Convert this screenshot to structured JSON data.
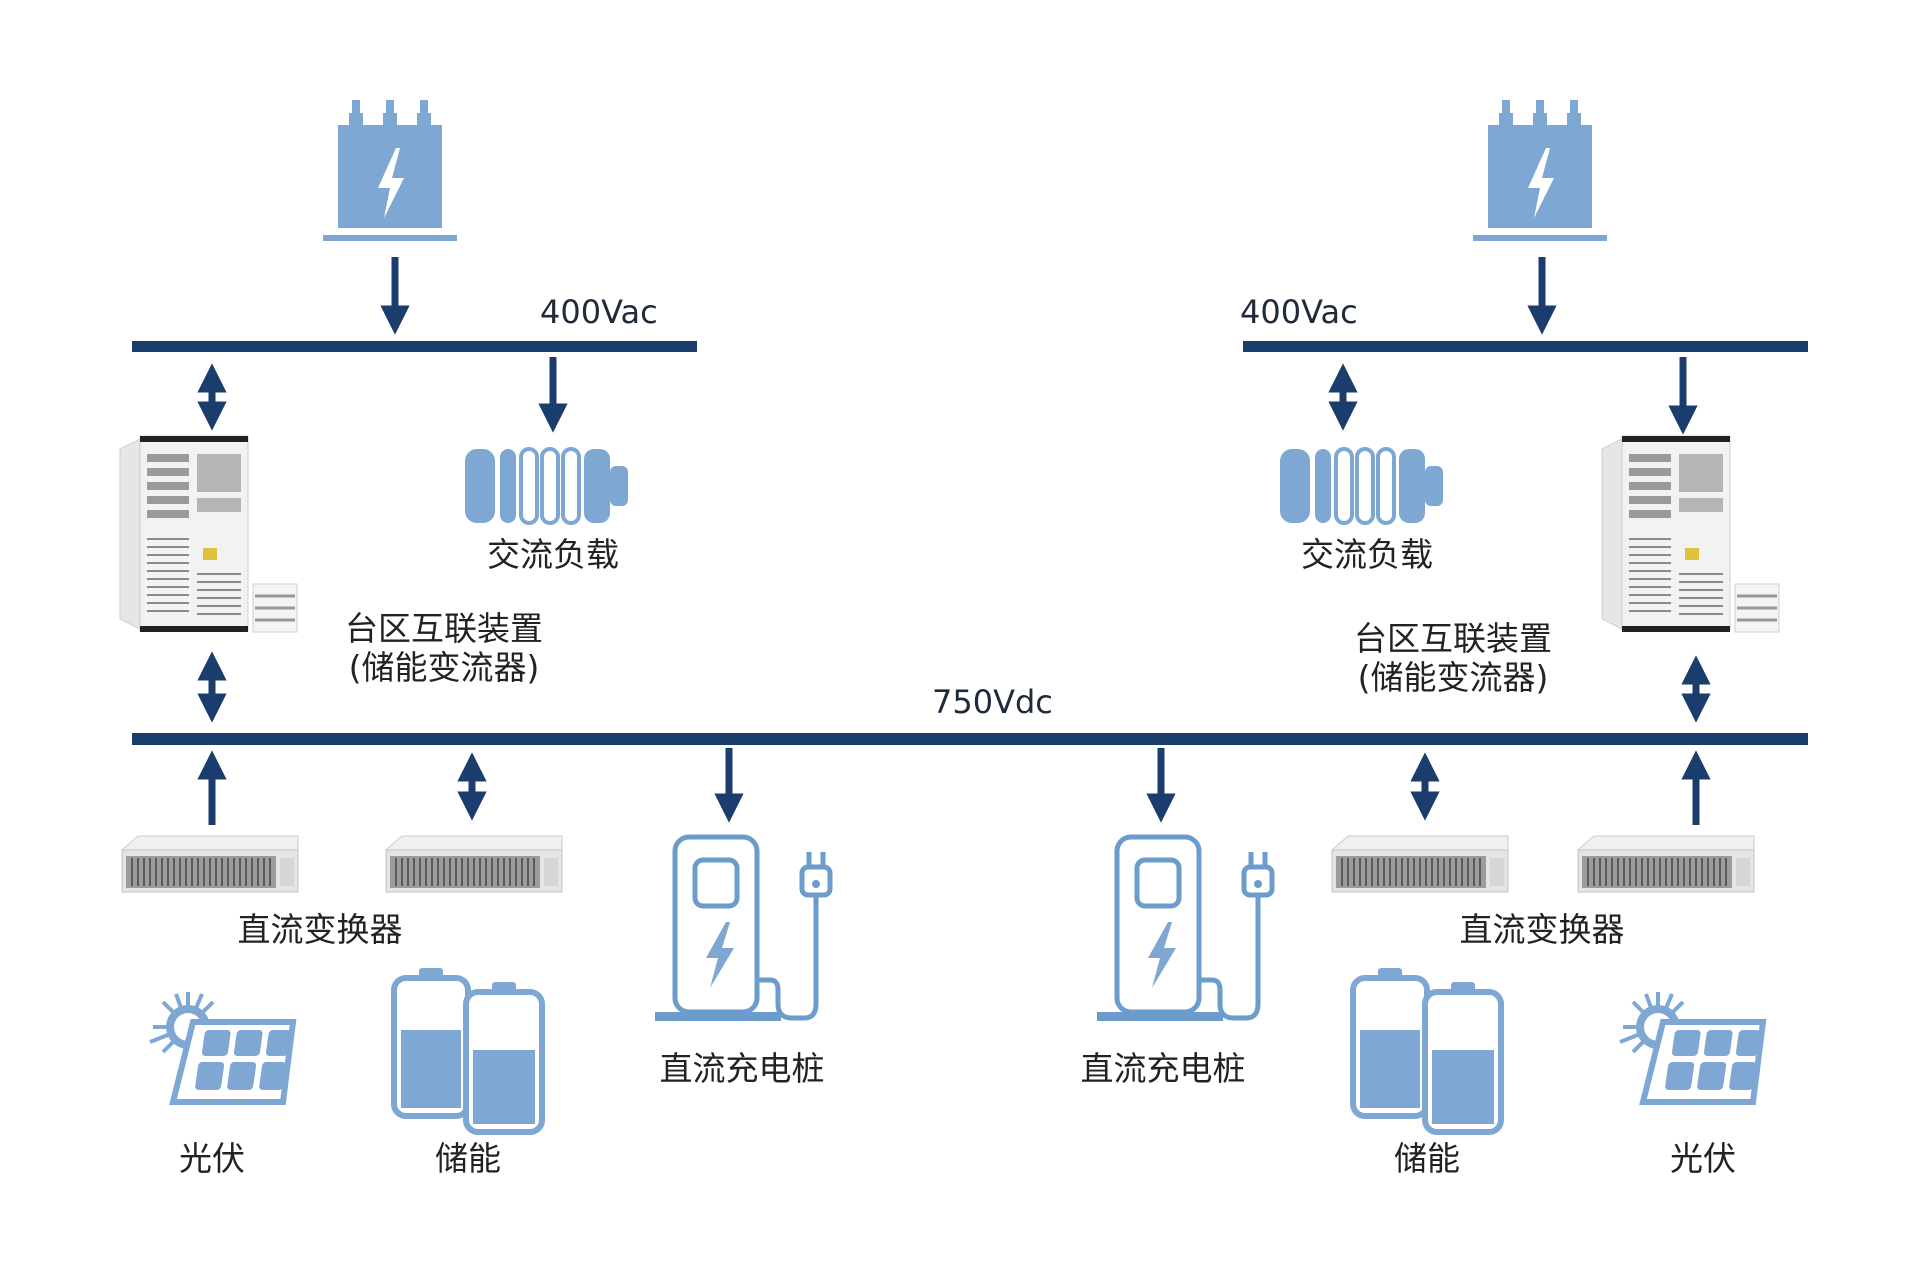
{
  "bus_labels": {
    "ac_left": "400Vac",
    "ac_right": "400Vac",
    "dc": "750Vdc"
  },
  "labels": {
    "ac_load_left": "交流负载",
    "ac_load_right": "交流负载",
    "interconnect_left_1": "台区互联装置",
    "interconnect_left_2": "(储能变流器)",
    "interconnect_right_1": "台区互联装置",
    "interconnect_right_2": "(储能变流器)",
    "dc_converter_left": "直流变换器",
    "dc_converter_right": "直流变换器",
    "dc_charger_left": "直流充电桩",
    "dc_charger_right": "直流充电桩",
    "pv_left": "光伏",
    "pv_right": "光伏",
    "storage_left": "储能",
    "storage_right": "储能"
  },
  "colors": {
    "bus": "#1b3d6e",
    "icon_fill": "#7ea7d3",
    "icon_stroke": "#6b9ccc",
    "cabinet": "#eeeeee"
  }
}
